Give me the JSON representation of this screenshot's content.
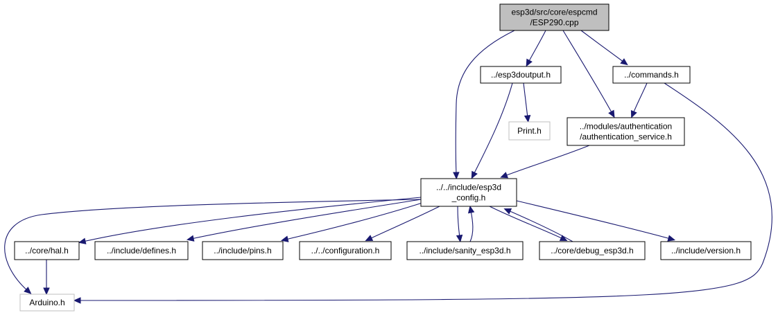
{
  "diagram": {
    "title": "",
    "nodes": [
      {
        "id": "root",
        "lines": [
          "esp3d/src/core/espcmd",
          "/ESP290.cpp"
        ],
        "kind": "root"
      },
      {
        "id": "esp3doutput",
        "lines": [
          "../esp3doutput.h"
        ],
        "kind": "normal"
      },
      {
        "id": "commands",
        "lines": [
          "../commands.h"
        ],
        "kind": "normal"
      },
      {
        "id": "print",
        "lines": [
          "Print.h"
        ],
        "kind": "external"
      },
      {
        "id": "auth",
        "lines": [
          "../modules/authentication",
          "/authentication_service.h"
        ],
        "kind": "normal"
      },
      {
        "id": "config",
        "lines": [
          "../../include/esp3d",
          "_config.h"
        ],
        "kind": "normal"
      },
      {
        "id": "hal",
        "lines": [
          "../core/hal.h"
        ],
        "kind": "normal"
      },
      {
        "id": "defines",
        "lines": [
          "../include/defines.h"
        ],
        "kind": "normal"
      },
      {
        "id": "pins",
        "lines": [
          "../include/pins.h"
        ],
        "kind": "normal"
      },
      {
        "id": "configuration",
        "lines": [
          "../../configuration.h"
        ],
        "kind": "normal"
      },
      {
        "id": "sanity",
        "lines": [
          "../include/sanity_esp3d.h"
        ],
        "kind": "normal"
      },
      {
        "id": "debug",
        "lines": [
          "../core/debug_esp3d.h"
        ],
        "kind": "normal"
      },
      {
        "id": "version",
        "lines": [
          "../include/version.h"
        ],
        "kind": "normal"
      },
      {
        "id": "arduino",
        "lines": [
          "Arduino.h"
        ],
        "kind": "external"
      }
    ],
    "edges": [
      {
        "from": "root",
        "to": "esp3doutput"
      },
      {
        "from": "root",
        "to": "commands"
      },
      {
        "from": "root",
        "to": "auth"
      },
      {
        "from": "root",
        "to": "config"
      },
      {
        "from": "esp3doutput",
        "to": "print"
      },
      {
        "from": "esp3doutput",
        "to": "config"
      },
      {
        "from": "commands",
        "to": "auth"
      },
      {
        "from": "commands",
        "to": "arduino"
      },
      {
        "from": "auth",
        "to": "config"
      },
      {
        "from": "config",
        "to": "hal"
      },
      {
        "from": "config",
        "to": "defines"
      },
      {
        "from": "config",
        "to": "pins"
      },
      {
        "from": "config",
        "to": "configuration"
      },
      {
        "from": "config",
        "to": "sanity"
      },
      {
        "from": "config",
        "to": "debug"
      },
      {
        "from": "config",
        "to": "version"
      },
      {
        "from": "config",
        "to": "arduino"
      },
      {
        "from": "sanity",
        "to": "config"
      },
      {
        "from": "debug",
        "to": "config"
      },
      {
        "from": "hal",
        "to": "arduino"
      }
    ]
  }
}
